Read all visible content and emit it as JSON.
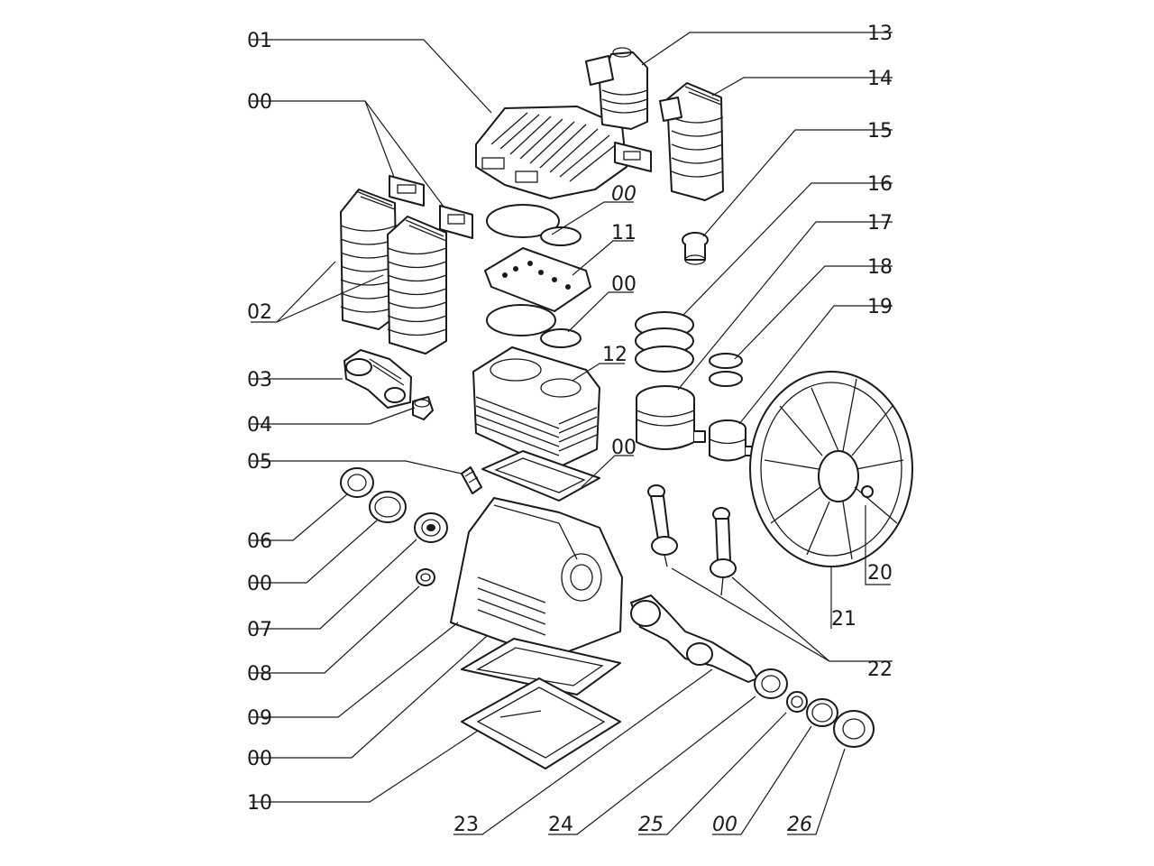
{
  "callouts": [
    {
      "id": "c01",
      "text": "01",
      "italic": false
    },
    {
      "id": "c00a",
      "text": "00",
      "italic": false
    },
    {
      "id": "c02",
      "text": "02",
      "italic": false
    },
    {
      "id": "c03",
      "text": "03",
      "italic": false
    },
    {
      "id": "c04",
      "text": "04",
      "italic": false
    },
    {
      "id": "c05",
      "text": "05",
      "italic": false
    },
    {
      "id": "c06",
      "text": "06",
      "italic": false
    },
    {
      "id": "c00b",
      "text": "00",
      "italic": false
    },
    {
      "id": "c07",
      "text": "07",
      "italic": false
    },
    {
      "id": "c08",
      "text": "08",
      "italic": false
    },
    {
      "id": "c09",
      "text": "09",
      "italic": false
    },
    {
      "id": "c00c",
      "text": "00",
      "italic": false
    },
    {
      "id": "c10",
      "text": "10",
      "italic": false
    },
    {
      "id": "c23",
      "text": "23",
      "italic": false
    },
    {
      "id": "c24",
      "text": "24",
      "italic": false
    },
    {
      "id": "c25",
      "text": "25",
      "italic": true
    },
    {
      "id": "c00d",
      "text": "00",
      "italic": true
    },
    {
      "id": "c26",
      "text": "26",
      "italic": true
    },
    {
      "id": "c22",
      "text": "22",
      "italic": false
    },
    {
      "id": "c21",
      "text": "21",
      "italic": false
    },
    {
      "id": "c20",
      "text": "20",
      "italic": false
    },
    {
      "id": "c13",
      "text": "13",
      "italic": false
    },
    {
      "id": "c14",
      "text": "14",
      "italic": false
    },
    {
      "id": "c15",
      "text": "15",
      "italic": false
    },
    {
      "id": "c16",
      "text": "16",
      "italic": false
    },
    {
      "id": "c17",
      "text": "17",
      "italic": false
    },
    {
      "id": "c18",
      "text": "18",
      "italic": false
    },
    {
      "id": "c19",
      "text": "19",
      "italic": false
    },
    {
      "id": "c00e",
      "text": "00",
      "italic": true
    },
    {
      "id": "c11",
      "text": "11",
      "italic": false
    },
    {
      "id": "c00f",
      "text": "00",
      "italic": false
    },
    {
      "id": "c12",
      "text": "12",
      "italic": false
    },
    {
      "id": "c00g",
      "text": "00",
      "italic": false
    }
  ],
  "colors": {
    "line": "#1a1a1a",
    "background": "#ffffff"
  }
}
